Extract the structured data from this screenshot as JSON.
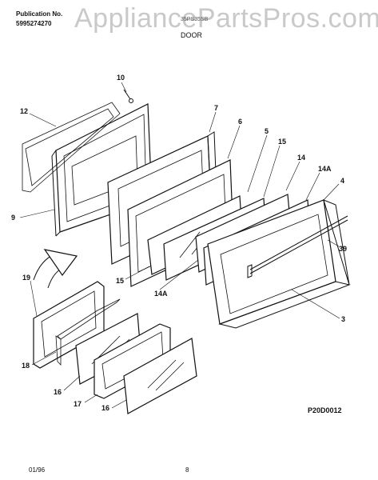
{
  "header": {
    "publication_label": "Publication No.",
    "publication_number": "5995274270",
    "model": "35PS35SB",
    "section": "DOOR",
    "watermark": "AppliancePartsPros.com"
  },
  "callouts": {
    "c10": "10",
    "c12": "12",
    "c7": "7",
    "c6": "6",
    "c5": "5",
    "c15a": "15",
    "c14": "14",
    "c14a_right": "14A",
    "c4": "4",
    "c9": "9",
    "c39": "39",
    "c15b": "15",
    "c14a_bottom": "14A",
    "c3": "3",
    "c19": "19",
    "c18": "18",
    "c16a": "16",
    "c17": "17",
    "c16b": "16"
  },
  "diagram_code": "P20D0012",
  "footer": {
    "date": "01/96",
    "page": "8"
  }
}
